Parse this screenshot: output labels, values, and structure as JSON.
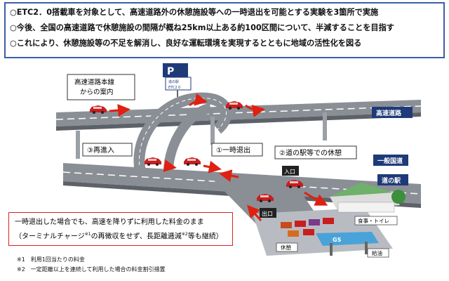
{
  "header": {
    "line1": "○ETC2．0搭載車を対象として、高速道路外の休憩施設等への一時退出を可能とする実験を3箇所で実施",
    "line2": "○今後、全国の高速道路で休憩施設の間隔が概ね25km以上ある約100区間について、半減することを目指す",
    "line3": "○これにより、休憩施設等の不足を解消し、良好な運転環境を実現するとともに地域の活性化を図る"
  },
  "diagram": {
    "guide_line1": "高速道路本線",
    "guide_line2": "からの案内",
    "sign_p": "P",
    "sign_text1": "道の駅",
    "sign_text2": "ETC2.0",
    "label_highway": "高速道路",
    "label_general": "一般国道",
    "label_michinoeki": "道の駅",
    "step1": "①一時退出",
    "step2": "②道の駅等での休憩",
    "step3": "③再進入",
    "entrance": "入口",
    "exit": "出口",
    "meal": "食事・トイレ",
    "rest": "休憩",
    "fuel": "給油",
    "gs": "GS"
  },
  "note": {
    "line1": "一時退出した場合でも、高速を降りずに利用した料金のまま",
    "line2a": "（ターミナルチャージ",
    "line2b": "※1",
    "line2c": "の再徴収をせず、長距離逓減",
    "line2d": "※2",
    "line2e": "等も継続）"
  },
  "footnotes": {
    "f1": "※1　利用1回当たりの料金",
    "f2": "※2　一定距離以上を連続して利用した場合の料金割引措置"
  },
  "colors": {
    "road": "#8a8f96",
    "road_dark": "#5d6168",
    "arrow": "#e02010",
    "label_bg": "#1f3a78",
    "car": "#c81e1e",
    "border": "#3b5fa8"
  }
}
